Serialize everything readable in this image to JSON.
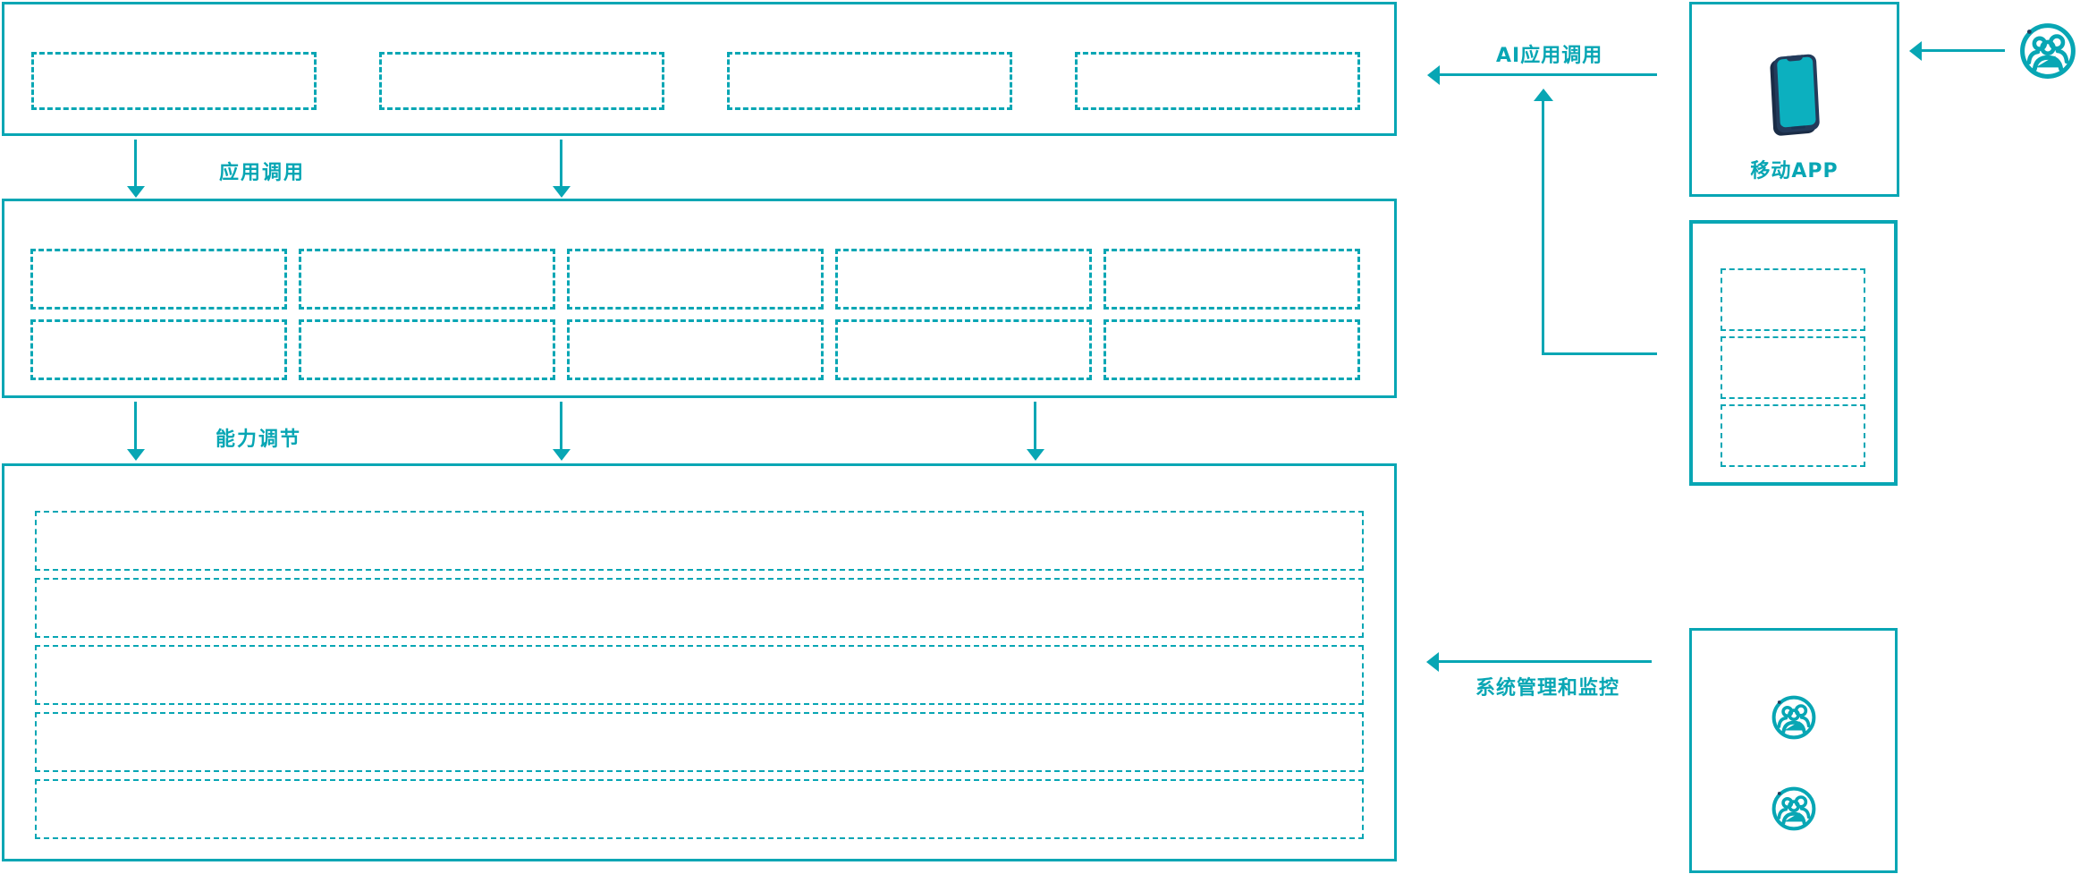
{
  "diagram": {
    "colors": {
      "accent": "#08A6B4",
      "phone_frame": "#233B5B",
      "phone_screen": "#0CB0BF"
    },
    "labels": {
      "app_call": "应用调用",
      "capability_adjust": "能力调节",
      "ai_app_call": "AI应用调用",
      "system_management": "系统管理和监控",
      "mobile_app": "移动APP"
    },
    "top_band": {
      "placeholder_count": 4
    },
    "middle_band": {
      "placeholder_count": 10,
      "rows": 2,
      "cols": 5
    },
    "bottom_band": {
      "placeholder_count": 5
    },
    "service_panel": {
      "placeholder_count": 3
    },
    "users_panel": {
      "icon_count": 2
    }
  }
}
